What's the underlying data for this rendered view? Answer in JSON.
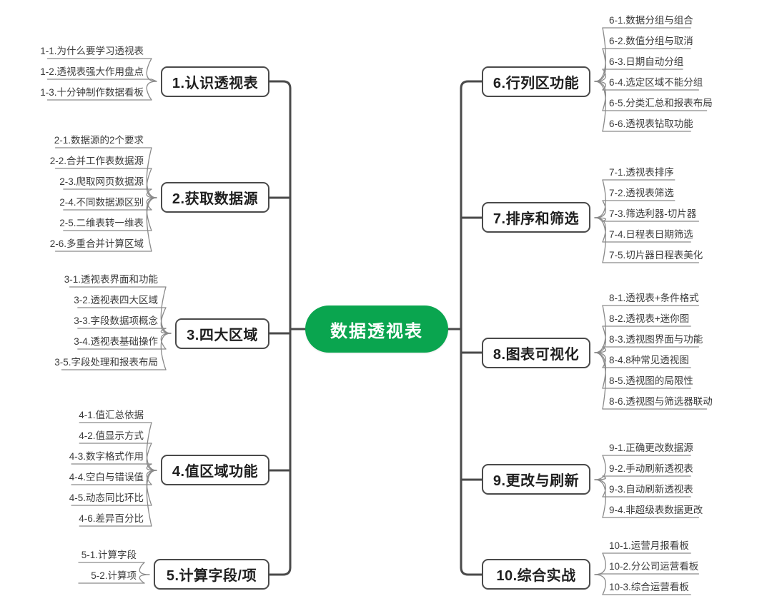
{
  "title": "数据透视表",
  "colors": {
    "root_fill": "#0aa54f",
    "root_text": "#ffffff",
    "node_border": "#4a4a4a",
    "node_text": "#1f1f1f",
    "leaf_text": "#3b3b3b",
    "link": "#4a4a4a",
    "leaf_link": "#8a8a8a",
    "background": "#ffffff"
  },
  "root": {
    "label": "数据透视表"
  },
  "branches": {
    "left": [
      {
        "label": "1.认识透视表",
        "leaves": [
          "1-1.为什么要学习透视表",
          "1-2.透视表强大作用盘点",
          "1-3.十分钟制作数据看板"
        ]
      },
      {
        "label": "2.获取数据源",
        "leaves": [
          "2-1.数据源的2个要求",
          "2-2.合并工作表数据源",
          "2-3.爬取网页数据源",
          "2-4.不同数据源区别",
          "2-5.二维表转一维表",
          "2-6.多重合并计算区域"
        ]
      },
      {
        "label": "3.四大区域",
        "leaves": [
          "3-1.透视表界面和功能",
          "3-2.透视表四大区域",
          "3-3.字段数据项概念",
          "3-4.透视表基础操作",
          "3-5.字段处理和报表布局"
        ]
      },
      {
        "label": "4.值区域功能",
        "leaves": [
          "4-1.值汇总依据",
          "4-2.值显示方式",
          "4-3.数字格式作用",
          "4-4.空白与错误值",
          "4-5.动态同比环比",
          "4-6.差异百分比"
        ]
      },
      {
        "label": "5.计算字段/项",
        "leaves": [
          "5-1.计算字段",
          "5-2.计算项"
        ]
      }
    ],
    "right": [
      {
        "label": "6.行列区功能",
        "leaves": [
          "6-1.数据分组与组合",
          "6-2.数值分组与取消",
          "6-3.日期自动分组",
          "6-4.选定区域不能分组",
          "6-5.分类汇总和报表布局",
          "6-6.透视表钻取功能"
        ]
      },
      {
        "label": "7.排序和筛选",
        "leaves": [
          "7-1.透视表排序",
          "7-2.透视表筛选",
          "7-3.筛选利器-切片器",
          "7-4.日程表日期筛选",
          "7-5.切片器日程表美化"
        ]
      },
      {
        "label": "8.图表可视化",
        "leaves": [
          "8-1.透视表+条件格式",
          "8-2.透视表+迷你图",
          "8-3.透视图界面与功能",
          "8-4.8种常见透视图",
          "8-5.透视图的局限性",
          "8-6.透视图与筛选器联动"
        ]
      },
      {
        "label": "9.更改与刷新",
        "leaves": [
          "9-1.正确更改数据源",
          "9-2.手动刷新透视表",
          "9-3.自动刷新透视表",
          "9-4.非超级表数据更改"
        ]
      },
      {
        "label": "10.综合实战",
        "leaves": [
          "10-1.运营月报看板",
          "10-2.分公司运营看板",
          "10-3.综合运营看板"
        ]
      }
    ]
  }
}
